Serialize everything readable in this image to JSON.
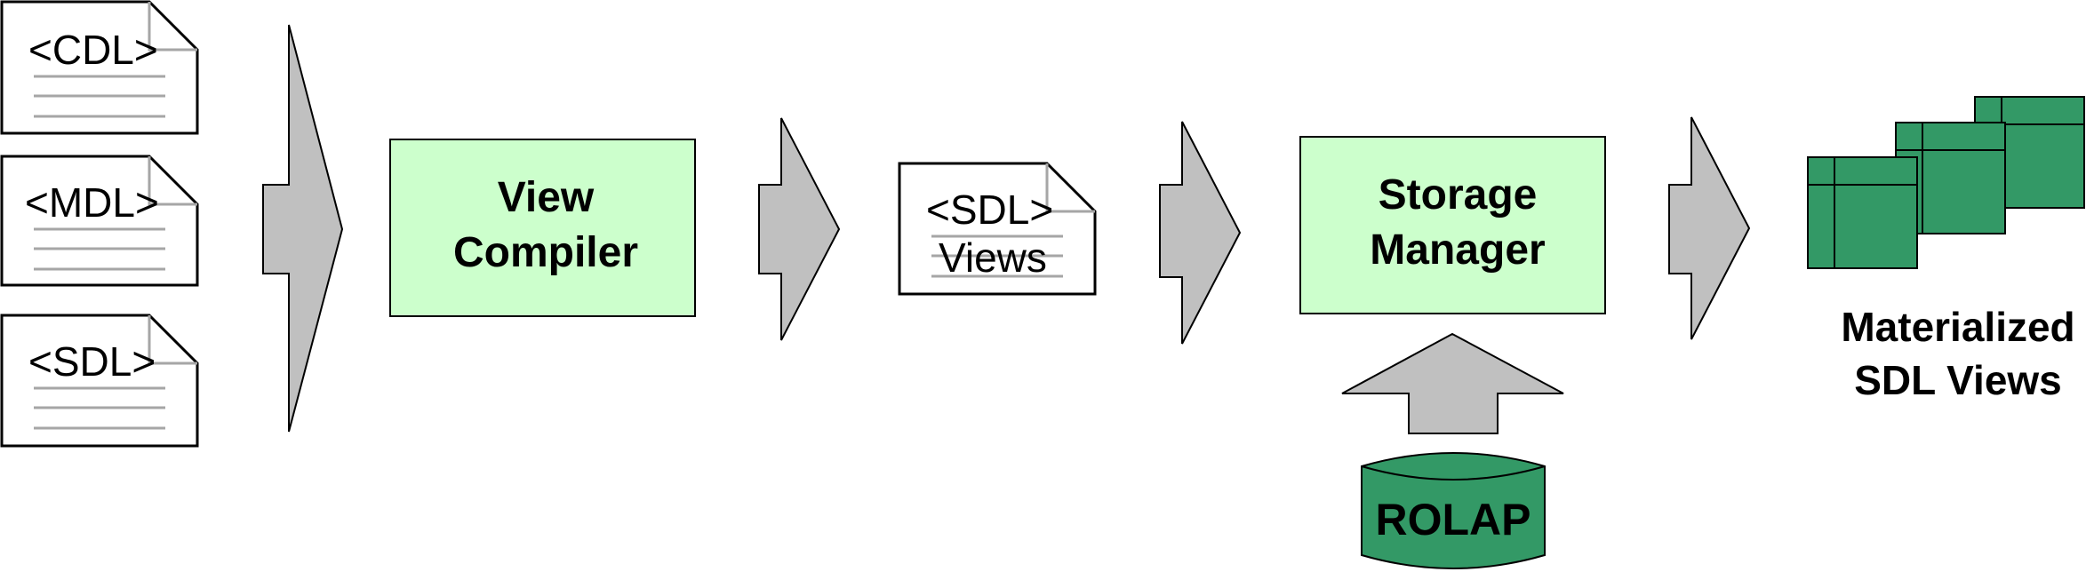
{
  "inputs": {
    "cdl": "<CDL>",
    "mdl": "<MDL>",
    "sdl": "<SDL>"
  },
  "view_compiler": {
    "line1": "View",
    "line2": "Compiler"
  },
  "sdl_views": {
    "line1": "<SDL>",
    "line2": "Views"
  },
  "storage_manager": {
    "line1": "Storage",
    "line2": "Manager"
  },
  "rolap": {
    "label": "ROLAP"
  },
  "output": {
    "line1": "Materialized",
    "line2": "SDL Views"
  },
  "colors": {
    "box_fill": "#ccffcc",
    "arrow_fill": "#c0c0c0",
    "green": "#339966",
    "doc_line": "#a6a6a6"
  }
}
